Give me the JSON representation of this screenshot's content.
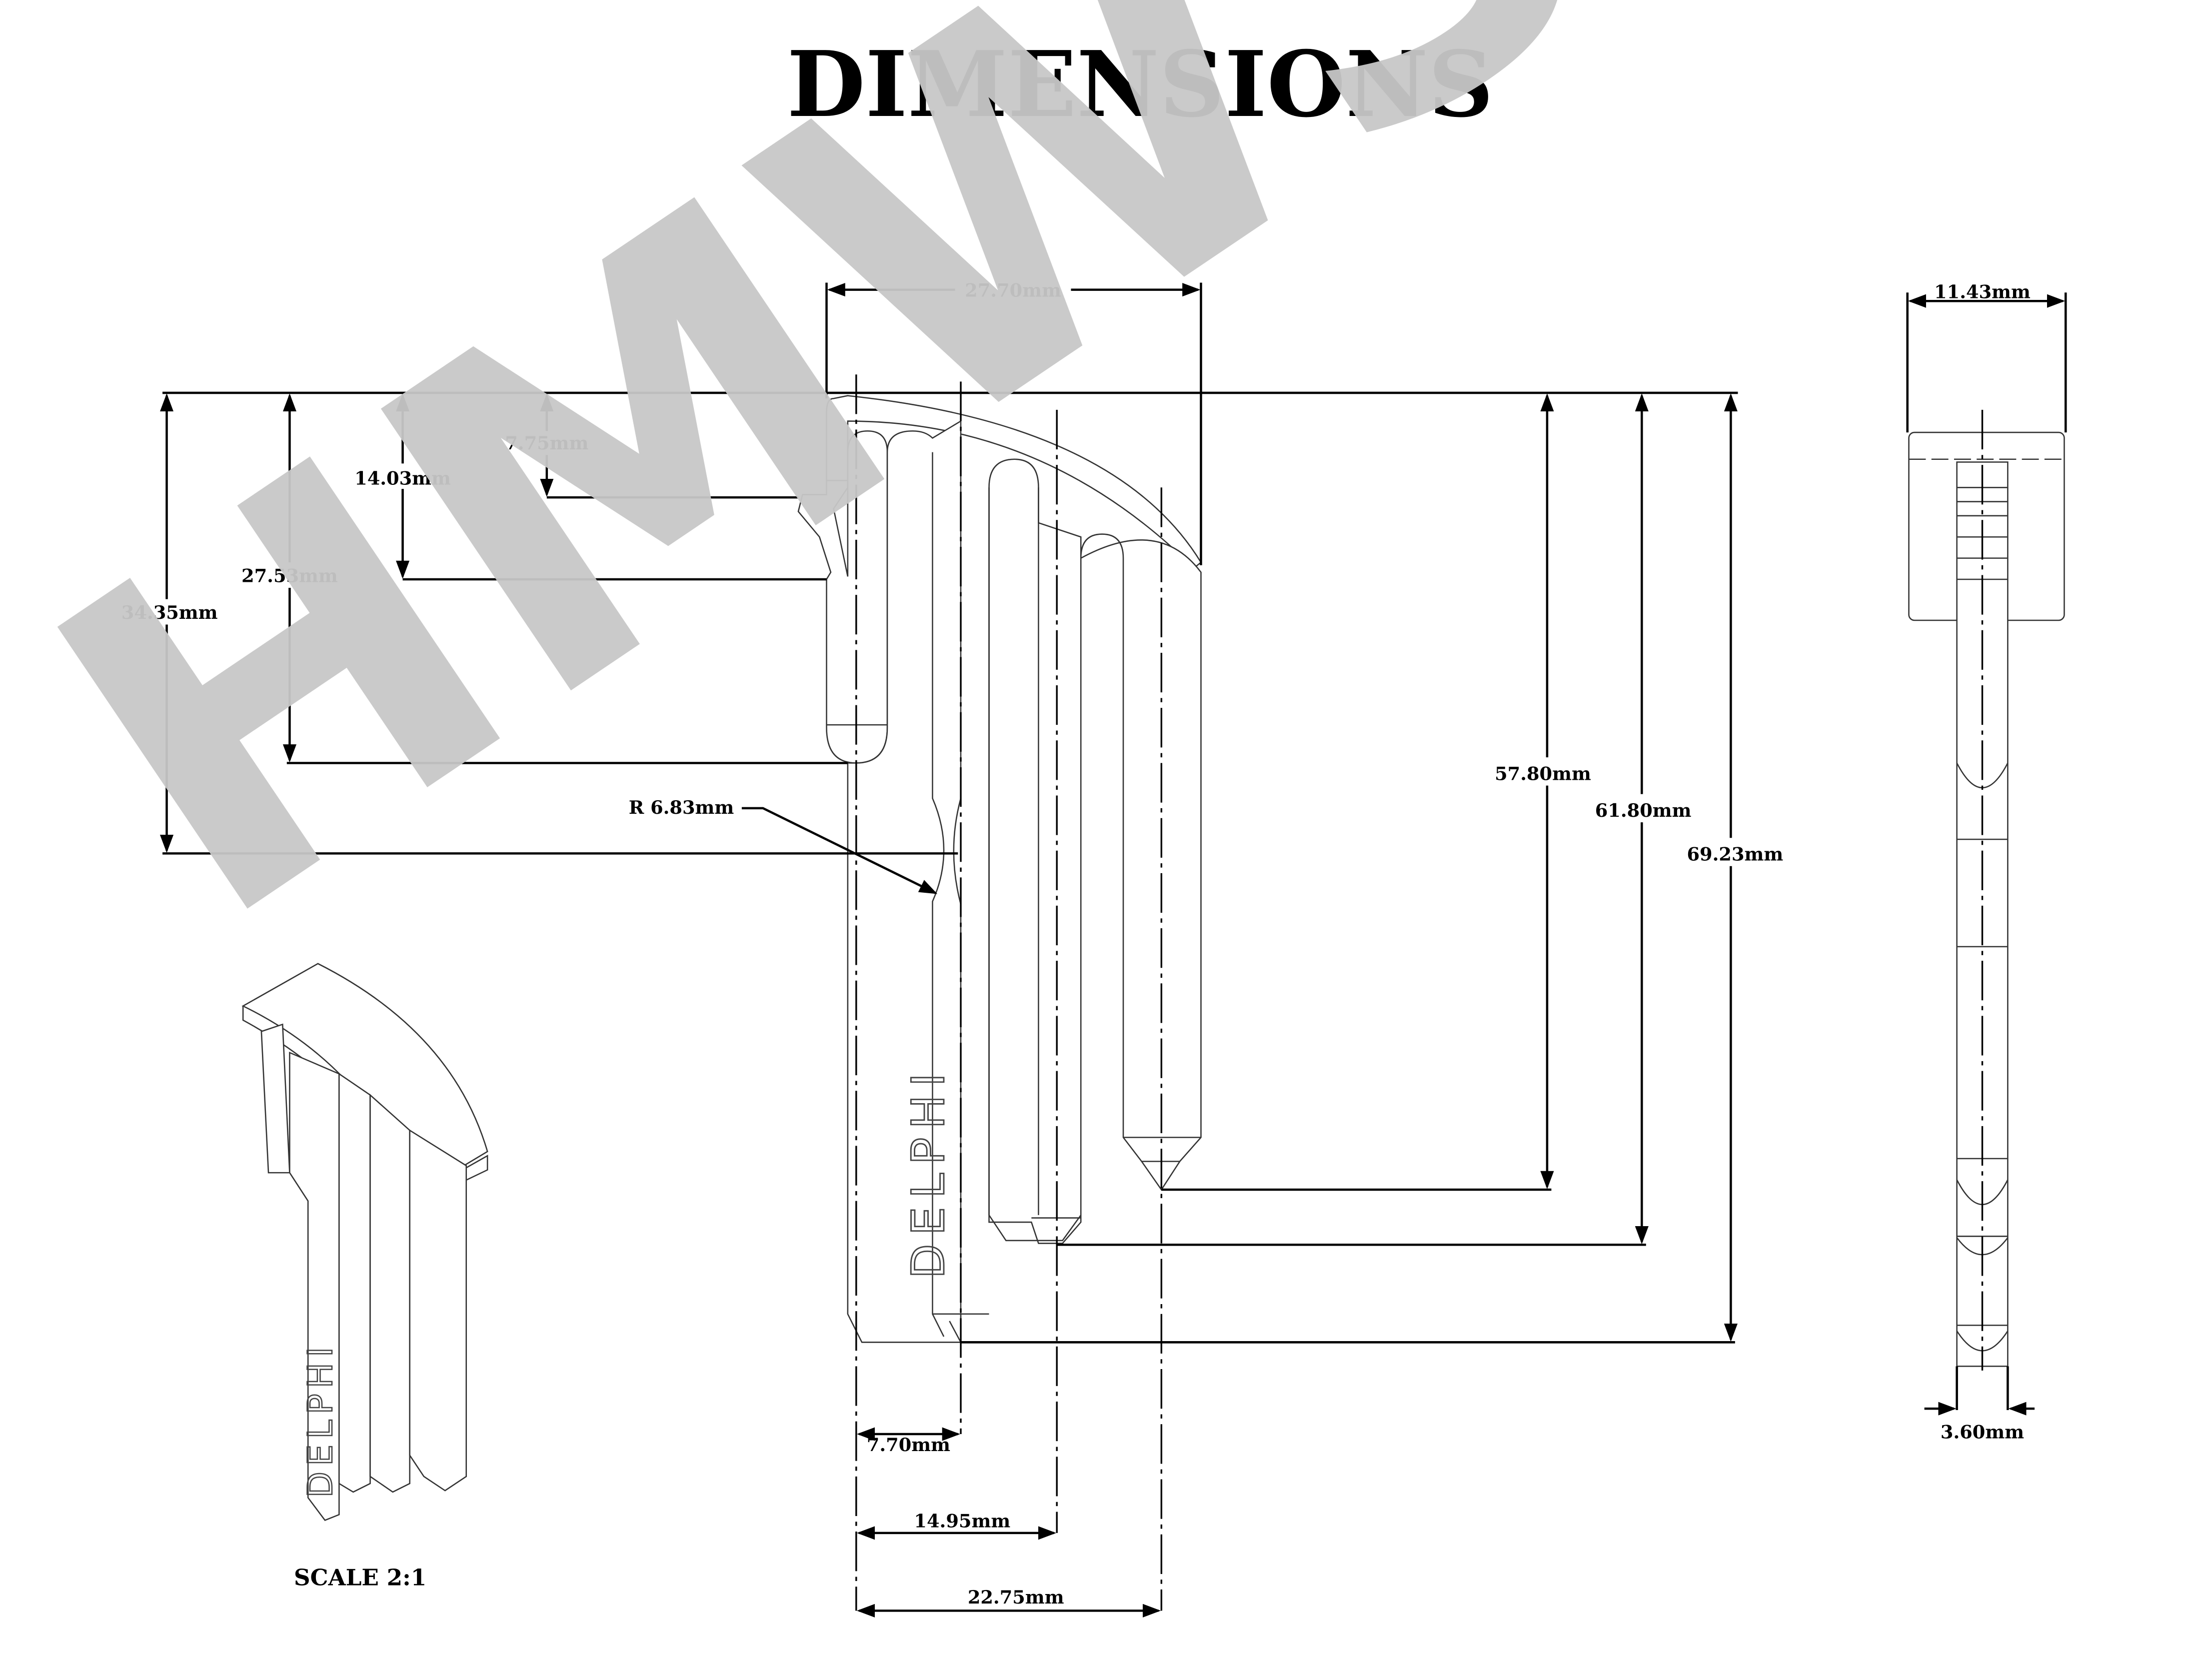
{
  "title": "DIMENSIONS",
  "watermark": "HMWS",
  "part_marking": "DELPHI",
  "scale_label": "SCALE 2:1",
  "dimensions": {
    "top_width": "27.70mm",
    "latch_top": "7.75mm",
    "latch_bottom": "14.03mm",
    "short_leg": "27.53mm",
    "radius_center": "34.35mm",
    "radius": "R 6.83mm",
    "leg3_length": "57.80mm",
    "leg2_length": "61.80mm",
    "leg1_length": "69.23mm",
    "leg1_offset": "7.70mm",
    "leg2_offset": "14.95mm",
    "leg3_offset": "22.75mm",
    "side_width": "11.43mm",
    "side_thickness": "3.60mm"
  }
}
